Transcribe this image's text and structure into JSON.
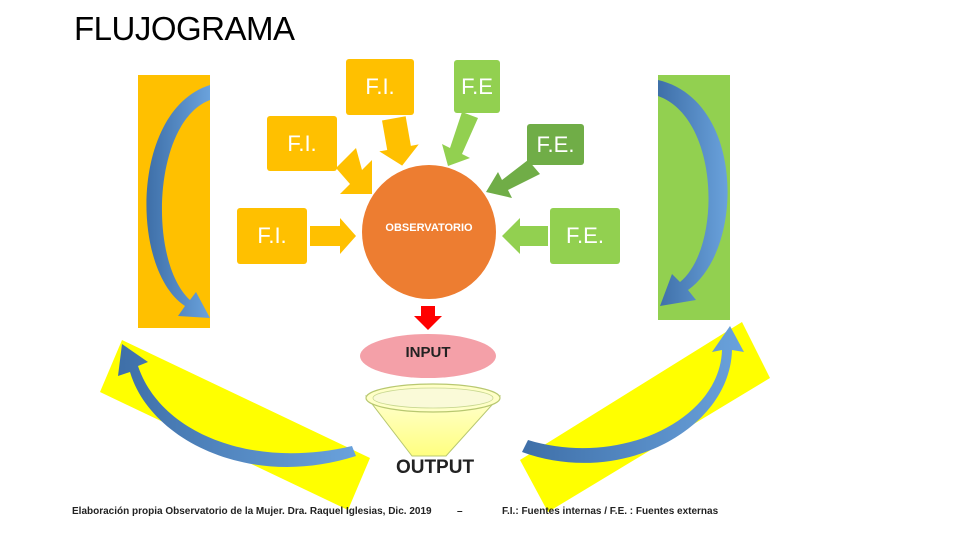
{
  "title": "FLUJOGRAMA",
  "nodes": {
    "fi_top": "F.I.",
    "fi_mid": "F.I.",
    "fi_bottom": "F.I.",
    "fe_top": "F.E",
    "fe_mid": "F.E.",
    "fe_bottom": "F.E.",
    "observatorio": "OBSERVATORIO",
    "input": "INPUT",
    "output": "OUTPUT"
  },
  "footer": {
    "credit": "Elaboración propia Observatorio de la Mujer. Dra. Raquel Iglesias, Dic. 2019",
    "separator": "–",
    "legend": "F.I.:  Fuentes internas  / F.E. : Fuentes externas"
  },
  "colors": {
    "internal_source": "#ffc000",
    "external_source": "#92d050",
    "external_source_dark": "#70ad47",
    "observatorio": "#ed7d31",
    "input": "#f4a0a8",
    "output_funnel": "#ffff99",
    "curve_arrow": "#4a7eb8",
    "band": "#ffff00"
  }
}
